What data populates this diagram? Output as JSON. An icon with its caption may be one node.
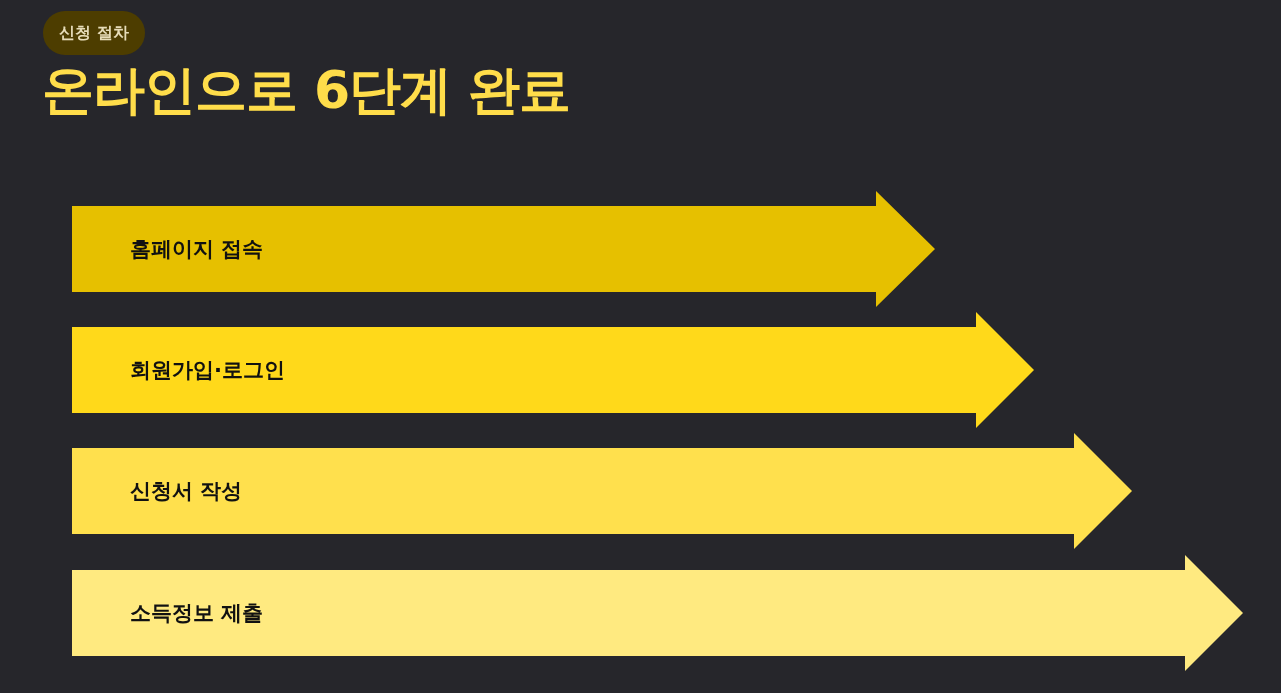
{
  "diagram": {
    "title": "온라인으로 6단계 완료",
    "nodes": [
      {
        "text": [
          "신청 절차"
        ]
      },
      {
        "text": [
          "홈페이지 접속"
        ]
      },
      {
        "text": [
          "회원가입·로그인"
        ]
      },
      {
        "text": [
          "신청서 작성"
        ]
      },
      {
        "text": [
          "소득정보 제출"
        ]
      }
    ]
  }
}
